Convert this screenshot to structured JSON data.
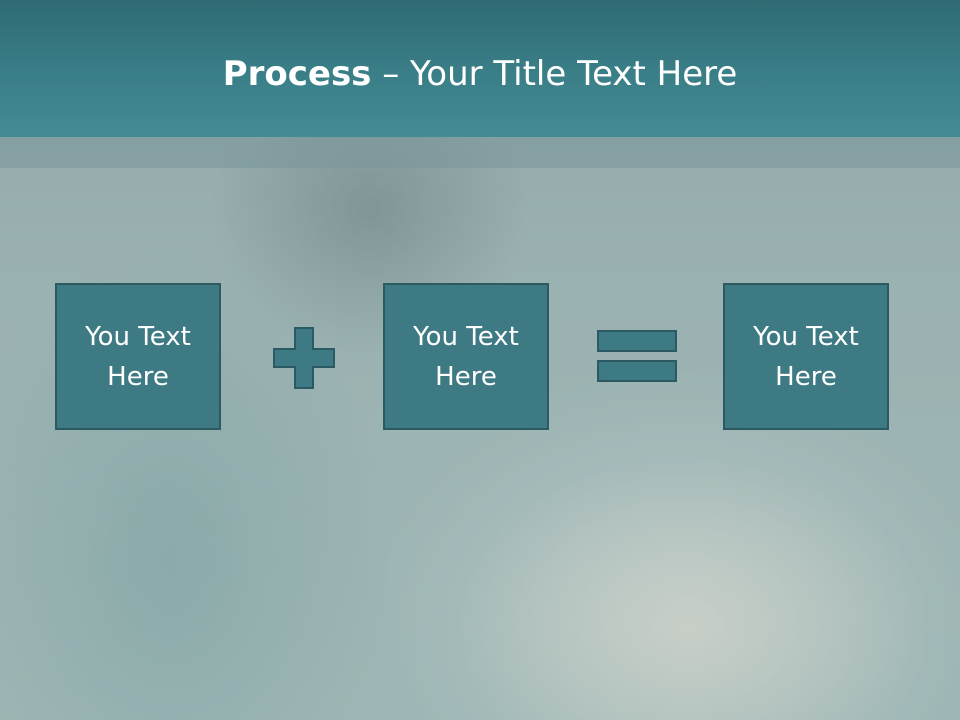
{
  "slide": {
    "title_bold": "Process",
    "title_rest": " – Your Title Text Here",
    "boxes": [
      {
        "text": "You Text Here"
      },
      {
        "text": "You Text Here"
      },
      {
        "text": "You Text Here"
      }
    ],
    "operators": [
      "plus-icon",
      "equals-icon"
    ],
    "colors": {
      "title_bar": "#3a7f88",
      "box_fill": "#3d7a83",
      "box_border": "#2b5a62",
      "text": "#ffffff"
    }
  }
}
